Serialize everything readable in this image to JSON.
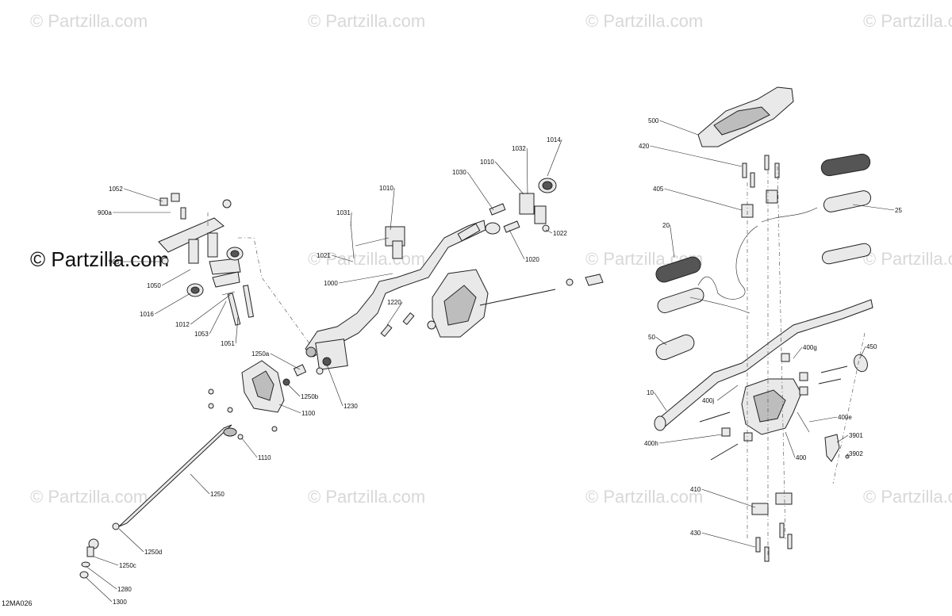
{
  "diagram_code": "12MA026",
  "watermark": "© Partzilla.com",
  "side_watermark": "© Partzilla.com",
  "callouts": [
    "1052",
    "900a",
    "905",
    "1050",
    "1016",
    "1012",
    "1053",
    "1051",
    "1031",
    "1010",
    "1021",
    "1000",
    "1030",
    "1010",
    "1032",
    "1014",
    "1022",
    "1020",
    "1220",
    "1230",
    "1250a",
    "1250b",
    "1100",
    "1110",
    "1250",
    "1250d",
    "1250c",
    "1280",
    "1300",
    "500",
    "420",
    "405",
    "25",
    "20",
    "50",
    "10",
    "400g",
    "450",
    "400j",
    "400h",
    "400e",
    "3901",
    "3902",
    "400",
    "410",
    "430"
  ]
}
